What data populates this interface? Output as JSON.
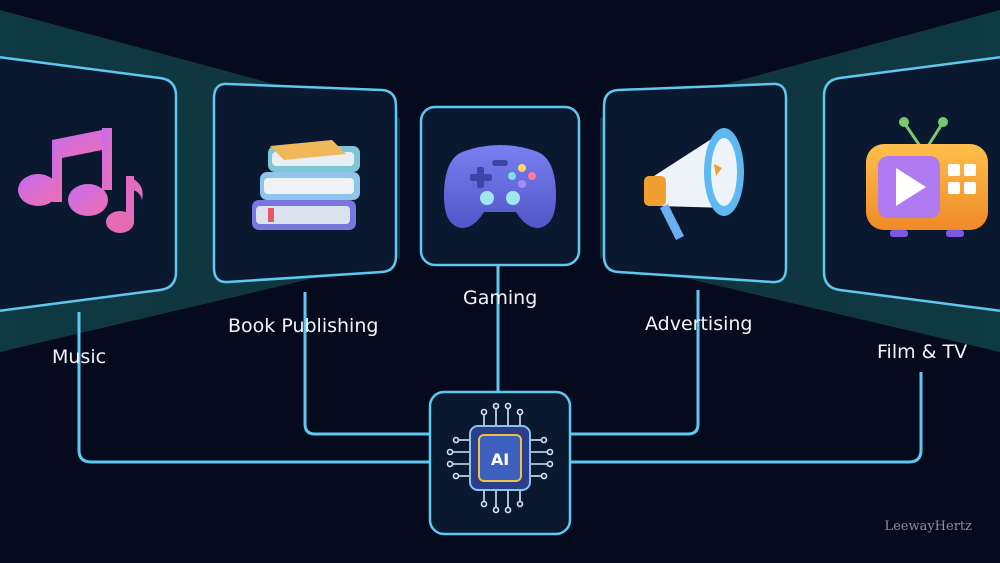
{
  "categories": {
    "music": "Music",
    "book_publishing": "Book Publishing",
    "gaming": "Gaming",
    "advertising": "Advertising",
    "film_tv": "Film & TV"
  },
  "hub": {
    "label": "AI"
  },
  "brand": "LeewayHertz",
  "colors": {
    "background": "#050a1c",
    "connector": "#5fc8f0",
    "panel_fill": "#0a1830",
    "band_fill": "#11373f"
  },
  "icons": [
    "music-note-icon",
    "books-icon",
    "gamepad-icon",
    "megaphone-icon",
    "tv-icon",
    "ai-chip-icon"
  ]
}
